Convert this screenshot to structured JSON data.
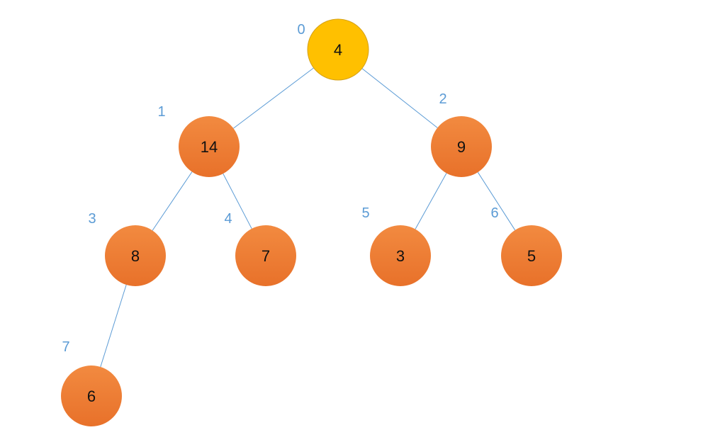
{
  "colors": {
    "root_fill": "#FFC000",
    "root_stroke": "#D4A017",
    "node_fill": "#ED7D31",
    "node_fill_light": "#F28A40",
    "edge": "#5B9BD5",
    "index_label": "#5B9BD5",
    "value_text": "#111111"
  },
  "tree": {
    "nodes": [
      {
        "id": "n0",
        "index": "0",
        "value": "4",
        "highlighted": true
      },
      {
        "id": "n1",
        "index": "1",
        "value": "14",
        "highlighted": false
      },
      {
        "id": "n2",
        "index": "2",
        "value": "9",
        "highlighted": false
      },
      {
        "id": "n3",
        "index": "3",
        "value": "8",
        "highlighted": false
      },
      {
        "id": "n4",
        "index": "4",
        "value": "7",
        "highlighted": false
      },
      {
        "id": "n5",
        "index": "5",
        "value": "3",
        "highlighted": false
      },
      {
        "id": "n6",
        "index": "6",
        "value": "5",
        "highlighted": false
      },
      {
        "id": "n7",
        "index": "7",
        "value": "6",
        "highlighted": false
      }
    ],
    "edges": [
      {
        "from": "n0",
        "to": "n1"
      },
      {
        "from": "n0",
        "to": "n2"
      },
      {
        "from": "n1",
        "to": "n3"
      },
      {
        "from": "n1",
        "to": "n4"
      },
      {
        "from": "n2",
        "to": "n5"
      },
      {
        "from": "n2",
        "to": "n6"
      },
      {
        "from": "n3",
        "to": "n7"
      }
    ]
  }
}
